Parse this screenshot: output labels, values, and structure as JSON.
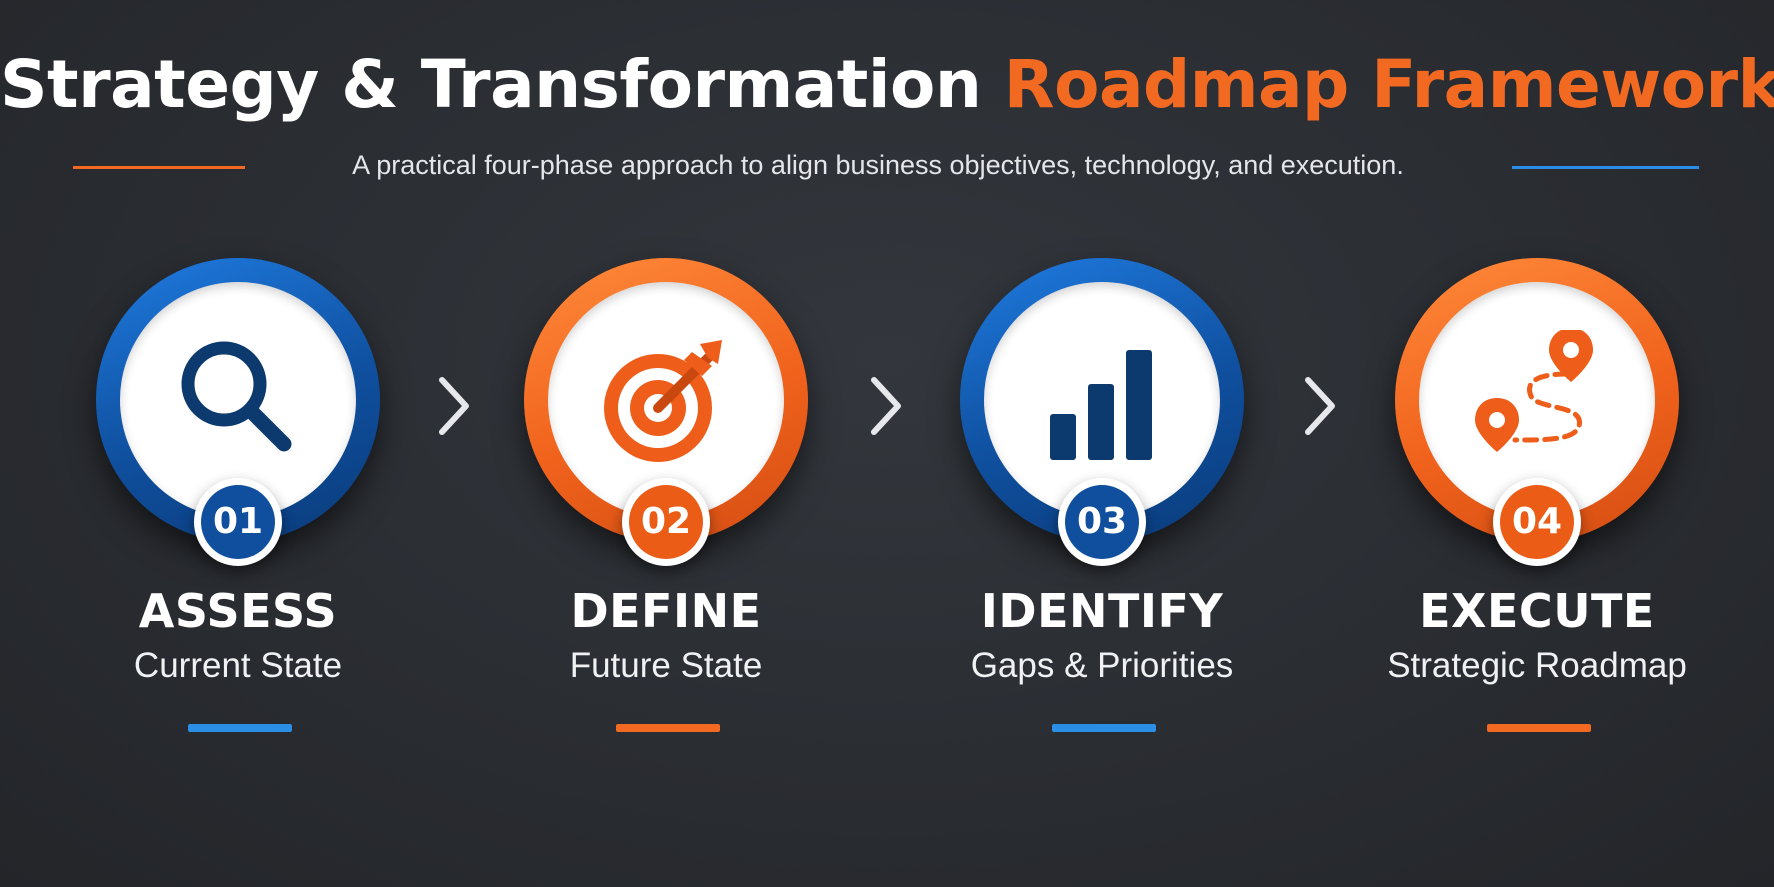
{
  "title": {
    "main": "Strategy & Transformation ",
    "accent": "Roadmap Framework"
  },
  "subtitle": "A practical four-phase approach to align business objectives, technology, and execution.",
  "colors": {
    "background": "#2a2d32",
    "blue": "#0f4f9e",
    "orange": "#f26a21",
    "white": "#ffffff"
  },
  "phases": [
    {
      "number": "01",
      "name": "ASSESS",
      "description": "Current State",
      "color": "blue",
      "icon": "magnifier-icon"
    },
    {
      "number": "02",
      "name": "DEFINE",
      "description": "Future State",
      "color": "orange",
      "icon": "target-icon"
    },
    {
      "number": "03",
      "name": "IDENTIFY",
      "description": "Gaps & Priorities",
      "color": "blue",
      "icon": "bar-chart-icon"
    },
    {
      "number": "04",
      "name": "EXECUTE",
      "description": "Strategic Roadmap",
      "color": "orange",
      "icon": "route-map-icon"
    }
  ],
  "connectors": [
    "chevron-right-icon",
    "chevron-right-icon",
    "chevron-right-icon"
  ]
}
